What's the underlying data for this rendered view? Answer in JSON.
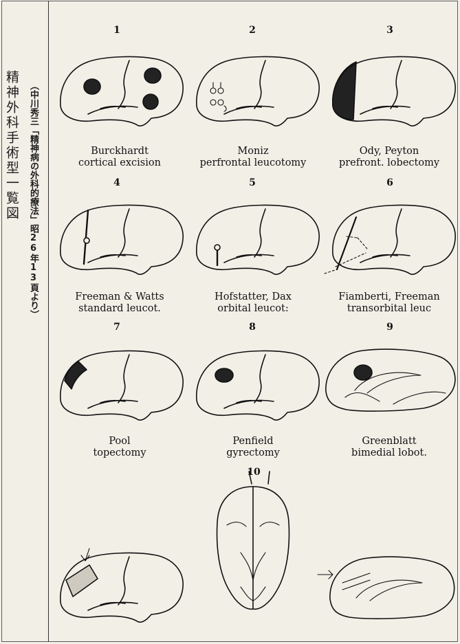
{
  "sidebar": {
    "title": "精神外科手術型一覧図",
    "citation": "（中川秀三「精神病の外科的療法」昭26年13頁より）"
  },
  "panels": [
    {
      "number": "1",
      "line1": "Burckhardt",
      "line2": "cortical excision"
    },
    {
      "number": "2",
      "line1": "Moniz",
      "line2": "perfrontal leucotomy"
    },
    {
      "number": "3",
      "line1": "Ody, Peyton",
      "line2": "prefront. lobectomy"
    },
    {
      "number": "4",
      "line1": "Freeman & Watts",
      "line2": "standard leucot."
    },
    {
      "number": "5",
      "line1": "Hofstatter, Dax",
      "line2": "orbital leucot:"
    },
    {
      "number": "6",
      "line1": "Fiamberti, Freeman",
      "line2": "transorbital leuc"
    },
    {
      "number": "7",
      "line1": "Pool",
      "line2": "topectomy"
    },
    {
      "number": "8",
      "line1": "Penfield",
      "line2": "gyrectomy"
    },
    {
      "number": "9",
      "line1": "Greenblatt",
      "line2": "bimedial lobot."
    },
    {
      "number": "10",
      "line1": "",
      "line2": ""
    }
  ]
}
